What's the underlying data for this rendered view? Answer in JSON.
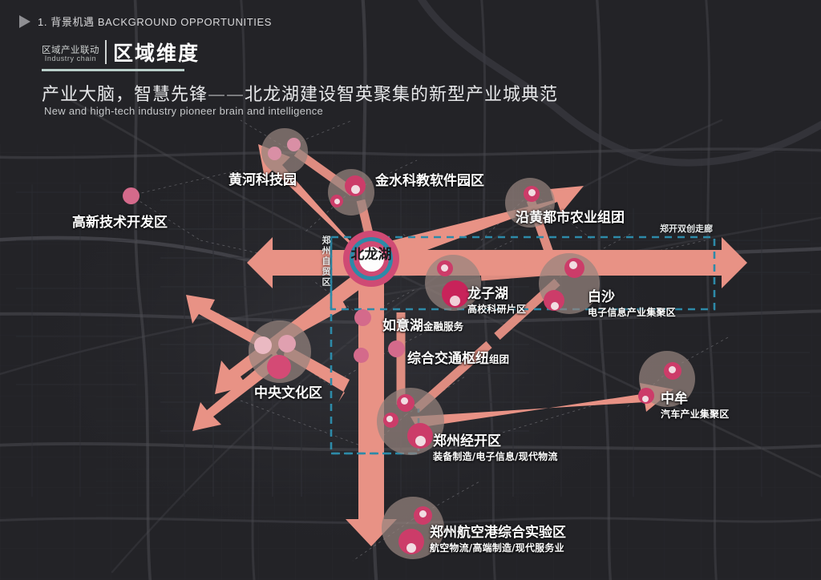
{
  "header": {
    "kicker": "1. 背景机遇 BACKGROUND OPPORTUNITIES",
    "badge_cn": "区域产业联动",
    "badge_en": "Industry chain",
    "badge_big": "区域维度",
    "main_title": "产业大脑，智慧先锋——北龙湖建设智英聚集的新型产业城典范",
    "subtitle": "New and high-tech industry pioneer brain and intelligence"
  },
  "hub": {
    "name": "北龙湖"
  },
  "zones": [
    {
      "id": "gaoxin",
      "name": "高新技术开发区",
      "sub": "",
      "sub_inline": false
    },
    {
      "id": "huanghe",
      "name": "黄河科技园",
      "sub": "",
      "sub_inline": false
    },
    {
      "id": "jinshui",
      "name": "金水科教软件园区",
      "sub": "",
      "sub_inline": false
    },
    {
      "id": "yanhuang",
      "name": "沿黄都市农业组团",
      "sub": "",
      "sub_inline": false
    },
    {
      "id": "longzihu",
      "name": "龙子湖",
      "sub": "高校科研片区",
      "sub_inline": false
    },
    {
      "id": "baisha",
      "name": "白沙",
      "sub": "电子信息产业集聚区",
      "sub_inline": false
    },
    {
      "id": "ruyihu",
      "name": "如意湖",
      "sub": "金融服务",
      "sub_inline": true
    },
    {
      "id": "jiaotong",
      "name": "综合交通枢纽",
      "sub": "组团",
      "sub_inline": true
    },
    {
      "id": "zhongyang",
      "name": "中央文化区",
      "sub": "",
      "sub_inline": false
    },
    {
      "id": "zhongmou",
      "name": "中牟",
      "sub": "汽车产业集聚区",
      "sub_inline": false
    },
    {
      "id": "jingkai",
      "name": "郑州经开区",
      "sub": "装备制造/电子信息/现代物流",
      "sub_inline": false
    },
    {
      "id": "hangkonggang",
      "name": "郑州航空港综合实验区",
      "sub": "航空物流/高端制造/现代服务业",
      "sub_inline": false
    }
  ],
  "annotations": {
    "corridor": "郑开双创走廊",
    "free_trade_zone": "郑州自贸区"
  },
  "colors": {
    "background": "#232327",
    "arrow": "#e89285",
    "accent_pink": "#cf4a74",
    "accent_teal": "#2d8aa8",
    "blob": "#96837e",
    "text": "#ffffff"
  }
}
